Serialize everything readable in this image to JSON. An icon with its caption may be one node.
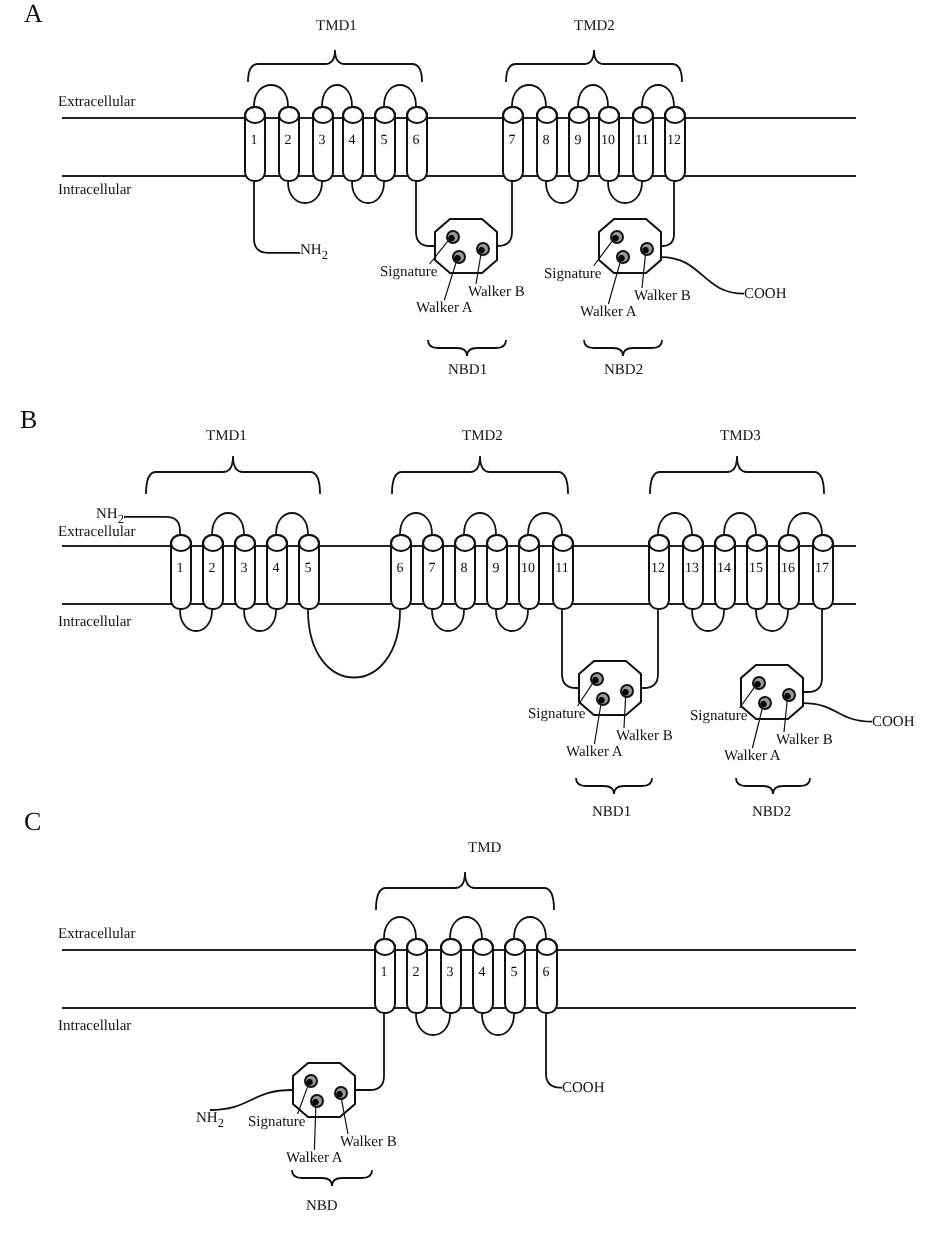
{
  "diagram": {
    "nodes": [
      {
        "text": [
          "1"
        ]
      },
      {
        "text": [
          "2"
        ]
      },
      {
        "text": [
          "3"
        ]
      },
      {
        "text": [
          "4"
        ]
      },
      {
        "text": [
          "5"
        ]
      },
      {
        "text": [
          "6"
        ]
      },
      {
        "text": [
          "7"
        ]
      },
      {
        "text": [
          "8"
        ]
      },
      {
        "text": [
          "9"
        ]
      },
      {
        "text": [
          "10"
        ]
      },
      {
        "text": [
          "11"
        ]
      },
      {
        "text": [
          "12"
        ]
      },
      {
        "text": [],
        "shape": "octagon"
      },
      {
        "text": [],
        "shape": "circle",
        "in": 12
      },
      {
        "text": [],
        "shape": "circle",
        "in": 12
      },
      {
        "text": [],
        "shape": "circle",
        "in": 12
      },
      {
        "text": [],
        "shape": "octagon"
      },
      {
        "text": [],
        "shape": "circle",
        "in": 16
      },
      {
        "text": [],
        "shape": "circle",
        "in": 16
      },
      {
        "text": [],
        "shape": "circle",
        "in": 16
      },
      {
        "text": [
          "NH$_{2}$"
        ]
      },
      {
        "text": [
          "COOH"
        ]
      },
      {
        "text": [
          "Signature"
        ]
      },
      {
        "text": [
          "Walker A"
        ]
      },
      {
        "text": [
          "Walker B"
        ]
      },
      {
        "text": [
          "Signature"
        ]
      },
      {
        "text": [
          "Walker A"
        ]
      },
      {
        "text": [
          "Walker B"
        ]
      },
      {
        "text": [
          "1"
        ]
      },
      {
        "text": [
          "2"
        ]
      },
      {
        "text": [
          "3"
        ]
      },
      {
        "text": [
          "4"
        ]
      },
      {
        "text": [
          "5"
        ]
      },
      {
        "text": [
          "6"
        ]
      },
      {
        "text": [
          "7"
        ]
      },
      {
        "text": [
          "8"
        ]
      },
      {
        "text": [
          "9"
        ]
      },
      {
        "text": [
          "10"
        ]
      },
      {
        "text": [
          "11"
        ]
      },
      {
        "text": [
          "12"
        ]
      },
      {
        "text": [
          "13"
        ]
      },
      {
        "text": [
          "14"
        ]
      },
      {
        "text": [
          "15"
        ]
      },
      {
        "text": [
          "16"
        ]
      },
      {
        "text": [
          "17"
        ]
      },
      {
        "text": [],
        "shape": "octagon"
      },
      {
        "text": [],
        "shape": "circle",
        "in": 45
      },
      {
        "text": [],
        "shape": "circle",
        "in": 45
      },
      {
        "text": [],
        "shape": "circle",
        "in": 45
      },
      {
        "text": [],
        "shape": "octagon"
      },
      {
        "text": [],
        "shape": "circle",
        "in": 49
      },
      {
        "text": [],
        "shape": "circle",
        "in": 49
      },
      {
        "text": [],
        "shape": "circle",
        "in": 49
      },
      {
        "text": [
          "NH$_{2}$"
        ]
      },
      {
        "text": [
          "COOH"
        ]
      },
      {
        "text": [
          "Signature"
        ]
      },
      {
        "text": [
          "Walker A"
        ]
      },
      {
        "text": [
          "Walker B"
        ]
      },
      {
        "text": [
          "Signature"
        ]
      },
      {
        "text": [
          "Walker A"
        ]
      },
      {
        "text": [
          "Walker B"
        ]
      },
      {
        "text": [
          "1"
        ]
      },
      {
        "text": [
          "2"
        ]
      },
      {
        "text": [
          "3"
        ]
      },
      {
        "text": [
          "4"
        ]
      },
      {
        "text": [
          "5"
        ]
      },
      {
        "text": [
          "6"
        ]
      },
      {
        "text": [],
        "shape": "octagon"
      },
      {
        "text": [],
        "shape": "circle",
        "in": 67
      },
      {
        "text": [],
        "shape": "circle",
        "in": 67
      },
      {
        "text": [],
        "shape": "circle",
        "in": 67
      },
      {
        "text": [
          "NH$_{2}$"
        ]
      },
      {
        "text": [
          "COOH"
        ]
      },
      {
        "text": [
          "Signature"
        ]
      },
      {
        "text": [
          "Walker A"
        ]
      },
      {
        "text": [
          "Walker B"
        ]
      }
    ],
    "edges": [
      {
        "from": 0,
        "to": 1,
        "arrow": "none"
      },
      {
        "from": 1,
        "to": 2,
        "arrow": "none"
      },
      {
        "from": 2,
        "to": 3,
        "arrow": "none"
      },
      {
        "from": 3,
        "to": 4,
        "arrow": "none"
      },
      {
        "from": 4,
        "to": 5,
        "arrow": "none"
      },
      {
        "from": 5,
        "to": 12,
        "arrow": "none"
      },
      {
        "from": 12,
        "to": 6,
        "arrow": "none"
      },
      {
        "from": 6,
        "to": 7,
        "arrow": "none"
      },
      {
        "from": 7,
        "to": 8,
        "arrow": "none"
      },
      {
        "from": 8,
        "to": 9,
        "arrow": "none"
      },
      {
        "from": 9,
        "to": 10,
        "arrow": "none"
      },
      {
        "from": 10,
        "to": 11,
        "arrow": "none"
      },
      {
        "from": 11,
        "to": 16,
        "arrow": "none"
      },
      {
        "from": 16,
        "to": 21,
        "arrow": "none"
      },
      {
        "from": 20,
        "to": 0,
        "arrow": "none"
      },
      {
        "from": 22,
        "to": 13,
        "arrow": "none"
      },
      {
        "from": 23,
        "to": 14,
        "arrow": "none"
      },
      {
        "from": 24,
        "to": 15,
        "arrow": "none"
      },
      {
        "from": 25,
        "to": 17,
        "arrow": "none"
      },
      {
        "from": 26,
        "to": 18,
        "arrow": "none"
      },
      {
        "from": 27,
        "to": 19,
        "arrow": "none"
      },
      {
        "from": 53,
        "to": 28,
        "arrow": "none"
      },
      {
        "from": 28,
        "to": 29,
        "arrow": "none"
      },
      {
        "from": 29,
        "to": 30,
        "arrow": "none"
      },
      {
        "from": 30,
        "to": 31,
        "arrow": "none"
      },
      {
        "from": 31,
        "to": 32,
        "arrow": "none"
      },
      {
        "from": 32,
        "to": 33,
        "arrow": "none"
      },
      {
        "from": 33,
        "to": 34,
        "arrow": "none"
      },
      {
        "from": 34,
        "to": 35,
        "arrow": "none"
      },
      {
        "from": 35,
        "to": 36,
        "arrow": "none"
      },
      {
        "from": 36,
        "to": 37,
        "arrow": "none"
      },
      {
        "from": 37,
        "to": 38,
        "arrow": "none"
      },
      {
        "from": 38,
        "to": 45,
        "arrow": "none"
      },
      {
        "from": 45,
        "to": 39,
        "arrow": "none"
      },
      {
        "from": 39,
        "to": 40,
        "arrow": "none"
      },
      {
        "from": 40,
        "to": 41,
        "arrow": "none"
      },
      {
        "from": 41,
        "to": 42,
        "arrow": "none"
      },
      {
        "from": 42,
        "to": 43,
        "arrow": "none"
      },
      {
        "from": 43,
        "to": 44,
        "arrow": "none"
      },
      {
        "from": 44,
        "to": 49,
        "arrow": "none"
      },
      {
        "from": 49,
        "to": 54,
        "arrow": "none"
      },
      {
        "from": 55,
        "to": 46,
        "arrow": "none"
      },
      {
        "from": 56,
        "to": 47,
        "arrow": "none"
      },
      {
        "from": 57,
        "to": 48,
        "arrow": "none"
      },
      {
        "from": 58,
        "to": 50,
        "arrow": "none"
      },
      {
        "from": 59,
        "to": 51,
        "arrow": "none"
      },
      {
        "from": 60,
        "to": 52,
        "arrow": "none"
      },
      {
        "from": 71,
        "to": 67,
        "arrow": "none"
      },
      {
        "from": 67,
        "to": 61,
        "arrow": "none"
      },
      {
        "from": 61,
        "to": 62,
        "arrow": "none"
      },
      {
        "from": 62,
        "to": 63,
        "arrow": "none"
      },
      {
        "from": 63,
        "to": 64,
        "arrow": "none"
      },
      {
        "from": 64,
        "to": 65,
        "arrow": "none"
      },
      {
        "from": 65,
        "to": 66,
        "arrow": "none"
      },
      {
        "from": 66,
        "to": 72,
        "arrow": "none"
      },
      {
        "from": 73,
        "to": 68,
        "arrow": "none"
      },
      {
        "from": 74,
        "to": 69,
        "arrow": "none"
      },
      {
        "from": 75,
        "to": 70,
        "arrow": "none"
      }
    ],
    "labels": [
      "A",
      "TMD1",
      "TMD2",
      "Extracellular",
      "Intracellular",
      "NBD1",
      "NBD2",
      "B",
      "TMD1",
      "TMD2",
      "TMD3",
      "Extracellular",
      "Intracellular",
      "NBD1",
      "NBD2",
      "C",
      "TMD",
      "Extracellular",
      "Intracellular",
      "NBD"
    ]
  }
}
